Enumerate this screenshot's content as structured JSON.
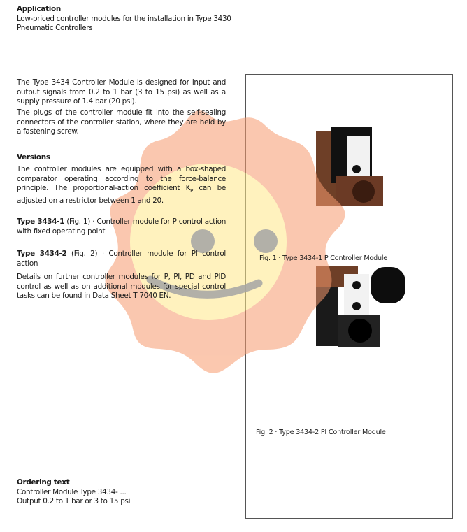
{
  "application": {
    "heading": "Application",
    "text": "Low-priced controller modules for the installation in Type 3430 Pneumatic Controllers"
  },
  "intro": {
    "p1": "The Type 3434 Controller Module is designed for input and output signals from 0.2 to 1 bar (3 to 15 psi) as well as a supply pressure of 1.4 bar (20 psi).",
    "p2": "The plugs of the controller module fit into the self-sealing connectors of the controller station, where they are held by a fastening screw."
  },
  "versions": {
    "heading": "Versions",
    "text": "The controller modules are equipped with a box-shaped comparator operating according to the force-balance principle. The proportional-action coefficient K",
    "subscript": "P",
    "text_end": " can be adjusted on a restrictor between 1 and 20.",
    "type1_bold": "Type 3434-1",
    "type1_text": " (Fig. 1) · Controller module for P control action with fixed operating point",
    "type2_bold": "Type 3434-2",
    "type2_text": " (Fig. 2) · Controller module for PI control action",
    "details": "Details on further controller modules for P, PI, PD and PID control as well as on additional modules for special control tasks can be found in Data Sheet T 7040 EN."
  },
  "ordering": {
    "heading": "Ordering text",
    "line1": "Controller Module Type 3434- ...",
    "line2": "Output 0.2 to 1 bar or 3 to 15 psi"
  },
  "figures": {
    "fig1": "Fig. 1 · Type 3434-1 P Controller Module",
    "fig2": "Fig. 2 · Type 3434-2 PI Controller Module"
  }
}
